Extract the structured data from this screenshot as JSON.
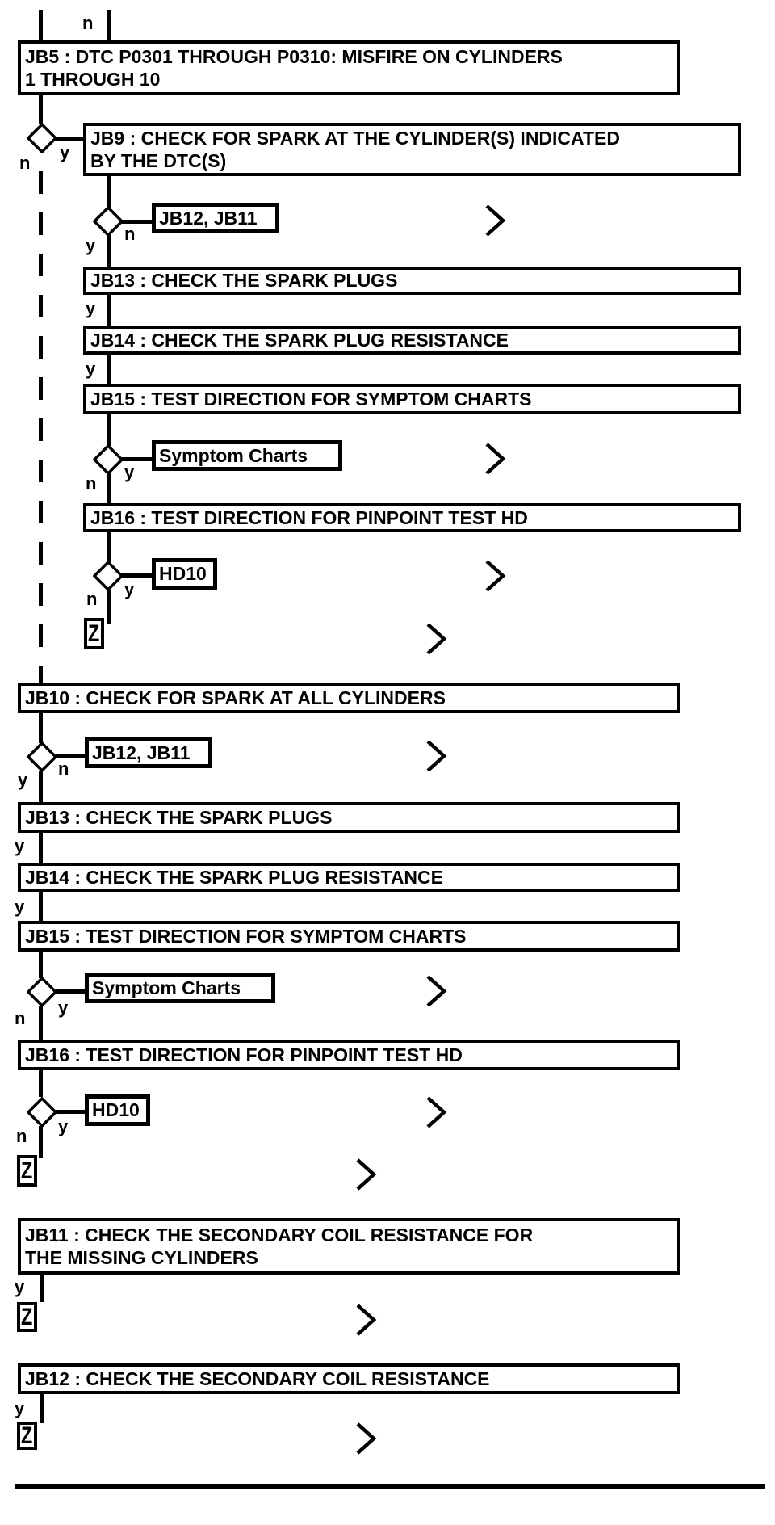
{
  "palette": {
    "ink": "#000000",
    "paper": "#ffffff"
  },
  "labels": {
    "yes": "y",
    "no": "n",
    "top_branch": "n",
    "offpage": "Z"
  },
  "group1": {
    "jb5": {
      "lines": [
        "JB5 : DTC P0301 THROUGH P0310: MISFIRE ON CYLINDERS",
        "1 THROUGH 10"
      ]
    },
    "jb9": {
      "lines": [
        "JB9 : CHECK FOR SPARK AT THE CYLINDER(S) INDICATED",
        "BY THE DTC(S)"
      ]
    },
    "jb12_jb11_ref": "JB12, JB11",
    "jb13": "JB13 : CHECK THE SPARK PLUGS",
    "jb14": "JB14 : CHECK THE SPARK PLUG RESISTANCE",
    "jb15": "JB15 : TEST DIRECTION FOR SYMPTOM CHARTS",
    "symptom_ref": "Symptom Charts",
    "jb16": "JB16 : TEST DIRECTION FOR PINPOINT TEST HD",
    "hd10_ref": "HD10"
  },
  "group2": {
    "jb10": "JB10 : CHECK FOR SPARK AT ALL CYLINDERS",
    "jb12_jb11_ref": "JB12, JB11",
    "jb13": "JB13 : CHECK THE SPARK PLUGS",
    "jb14": "JB14 : CHECK THE SPARK PLUG RESISTANCE",
    "jb15": "JB15 : TEST DIRECTION FOR SYMPTOM CHARTS",
    "symptom_ref": "Symptom Charts",
    "jb16": "JB16 : TEST DIRECTION FOR PINPOINT TEST HD",
    "hd10_ref": "HD10"
  },
  "jb11": {
    "lines": [
      "JB11 : CHECK THE SECONDARY COIL RESISTANCE FOR",
      "THE MISSING CYLINDERS"
    ]
  },
  "jb12": "JB12 : CHECK THE SECONDARY COIL RESISTANCE"
}
